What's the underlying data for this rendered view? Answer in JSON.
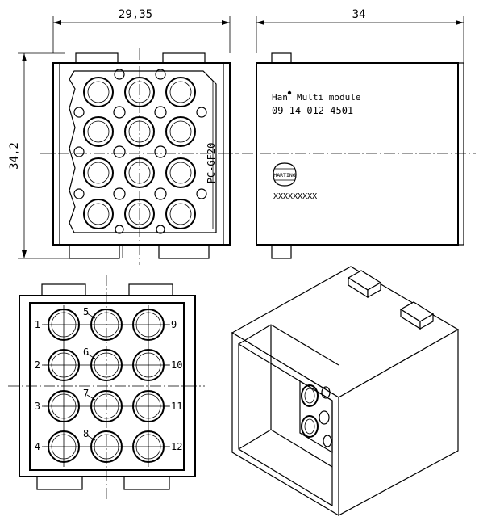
{
  "dimensions": {
    "front_width": "29,35",
    "side_width": "34",
    "height": "34,2"
  },
  "side_label": {
    "brand": "Han",
    "product": "Multi module",
    "part_number": "09 14 012 4501",
    "logo_text": "HARTING",
    "code": "XXXXXXXXX"
  },
  "front_label": "PC-GF20",
  "pin_numbers": [
    "1",
    "2",
    "3",
    "4",
    "5",
    "6",
    "7",
    "8",
    "9",
    "10",
    "11",
    "12"
  ]
}
